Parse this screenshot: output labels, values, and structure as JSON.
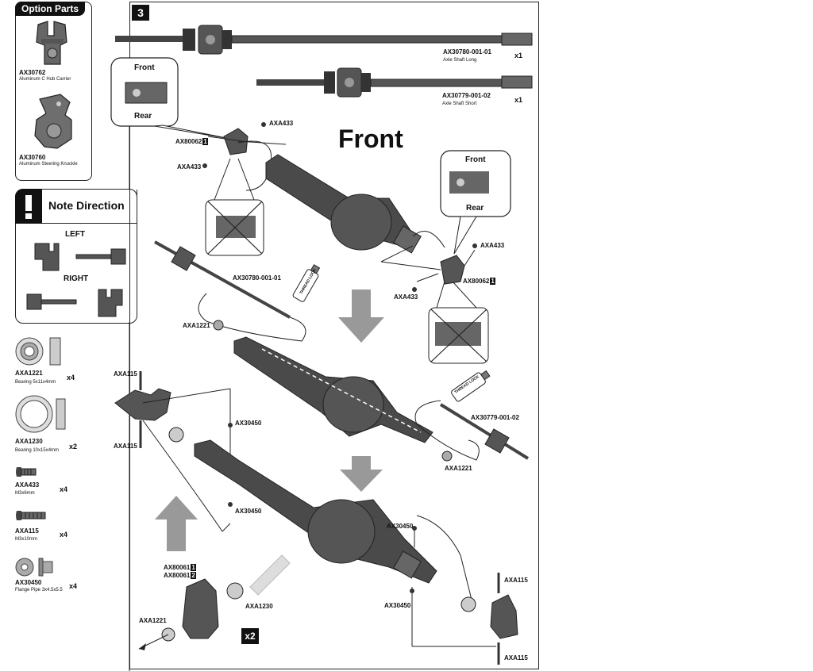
{
  "step": {
    "number": "3",
    "multiplier": "x2",
    "heading": "Front"
  },
  "option_parts": {
    "title": "Option Parts",
    "items": [
      {
        "code": "AX30762",
        "name": "Aluminum C Hub Carrier"
      },
      {
        "code": "AX30760",
        "name": "Aluminum Steering Knuckle"
      }
    ]
  },
  "note_direction": {
    "title": "Note Direction",
    "left": "LEFT",
    "right": "RIGHT"
  },
  "parts_list": [
    {
      "code": "AXA1221",
      "desc": "Bearing 5x11x4mm",
      "qty": "x4"
    },
    {
      "code": "AXA1230",
      "desc": "Bearing 10x15x4mm",
      "qty": "x2"
    },
    {
      "code": "AXA433",
      "desc": "M3x6mm",
      "qty": "x4"
    },
    {
      "code": "AXA115",
      "desc": "M3x10mm",
      "qty": "x4"
    },
    {
      "code": "AX30450",
      "desc": "Flange Pipe 3x4.5x5.5",
      "qty": "x4"
    }
  ],
  "shafts": [
    {
      "code": "AX30780-001-01",
      "name": "Axle Shaft Long",
      "qty": "x1"
    },
    {
      "code": "AX30779-001-02",
      "name": "Axle Shaft Short",
      "qty": "x1"
    }
  ],
  "callouts": {
    "front": "Front",
    "rear": "Rear",
    "ax80062": "AX80062",
    "ax80062_n": "1",
    "ax80061": "AX80061",
    "ax80061_n1": "1",
    "ax80061_n2": "2",
    "axa433": "AXA433",
    "axa115": "AXA115",
    "ax30450": "AX30450",
    "axa1221": "AXA1221",
    "axa1230": "AXA1230",
    "long_shaft": "AX30780-001-01",
    "short_shaft": "AX30779-001-02",
    "thread_lock": "THREAD LOCK"
  }
}
